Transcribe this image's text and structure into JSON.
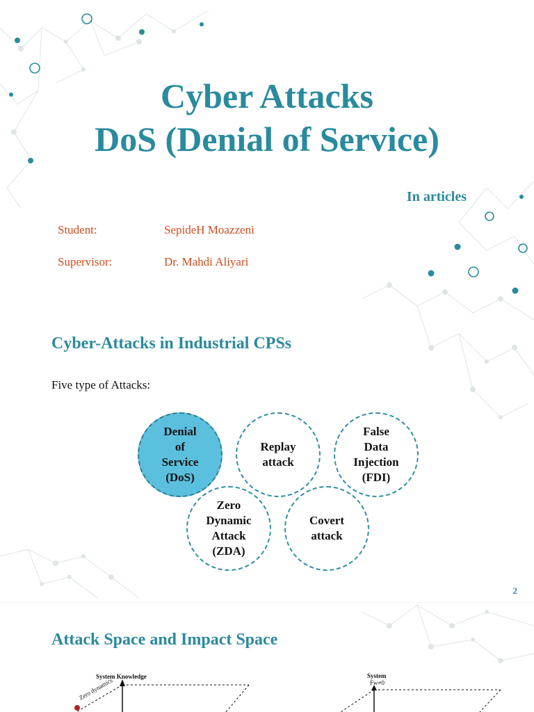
{
  "slide1": {
    "title_line1": "Cyber Attacks",
    "title_line2": "DoS (Denial of Service)",
    "subtitle": "In articles",
    "student_label": "Student:",
    "student_name": "SepideH Moazzeni",
    "supervisor_label": "Supervisor:",
    "supervisor_name": "Dr. Mahdi Aliyari"
  },
  "slide2": {
    "heading": "Cyber-Attacks in Industrial CPSs",
    "intro": "Five type of Attacks:",
    "attacks": [
      {
        "label": "Denial\nof\nService\n(DoS)",
        "highlighted": true
      },
      {
        "label": "Replay\nattack",
        "highlighted": false
      },
      {
        "label": "False\nData\nInjection\n(FDI)",
        "highlighted": false
      },
      {
        "label": "Zero\nDynamic\nAttack\n(ZDA)",
        "highlighted": false
      },
      {
        "label": "Covert\nattack",
        "highlighted": false
      }
    ],
    "page_number": "2"
  },
  "slide3": {
    "heading": "Attack Space and Impact Space",
    "figure_left_axis": "System Knowledge",
    "figure_left_diag": "Zero dynamics",
    "figure_right_axis": "System",
    "figure_right_sub": "Fw≠0"
  },
  "colors": {
    "accent": "#2a8a9e",
    "info_text": "#d24a1a",
    "highlight_fill": "#5bc0de"
  }
}
